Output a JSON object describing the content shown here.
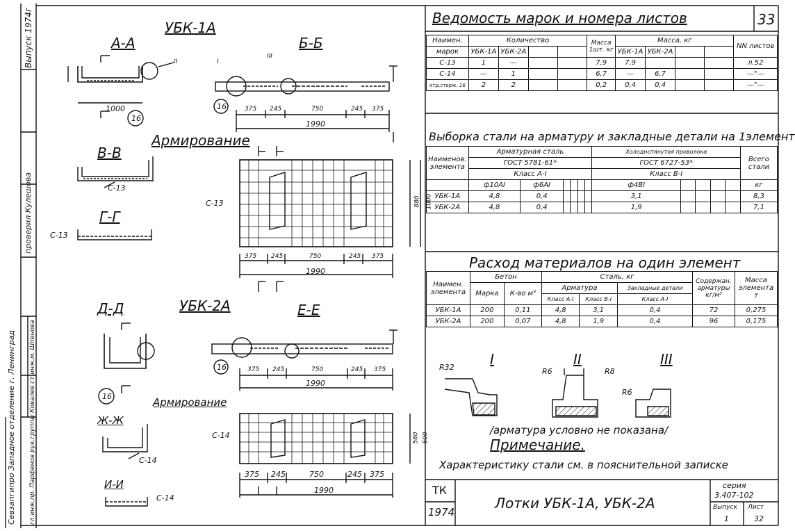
{
  "left_strip": {
    "issue": "Выпуск 1974г",
    "checked": "проверил Кулешова",
    "names": "гл.инж.пр. Парфенов  рук.группы Ковалев  ст.инж.м. Шпенова",
    "org": "Севзапгипро Западное отделение г. Ленинград"
  },
  "drawing_left": {
    "title_ubk1": "УБК-1А",
    "sec_aa": "А-А",
    "sec_bb": "Б-Б",
    "sec_vv": "В-В",
    "sec_gg": "Г-Г",
    "sec_dd": "Д-Д",
    "title_ubk2": "УБК-2А",
    "sec_ee": "Е-Е",
    "sec_zhzh": "Ж-Ж",
    "sec_ii": "И-И",
    "arm1": "Армирование",
    "arm2": "Армирование",
    "dims_bb": [
      "375",
      "245",
      "750",
      "245",
      "375"
    ],
    "total_bb": "1990",
    "dims_arm1": [
      "375",
      "245",
      "750",
      "245",
      "375"
    ],
    "total_arm1": "1990",
    "dims_ee": [
      "375",
      "245",
      "750",
      "245",
      "375"
    ],
    "total_ee": "1990",
    "dims_arm2": [
      "375",
      "245",
      "750",
      "245",
      "375"
    ],
    "total_arm2": "1990",
    "c13": "С-13",
    "c14": "С-14",
    "n16": "16",
    "d1000": "1000",
    "h880": "880",
    "h1000": "1000",
    "h580": "580",
    "h500": "500",
    "roman1": "I",
    "roman2": "II",
    "roman3": "III"
  },
  "sheet_no": "33",
  "table1": {
    "title": "Ведомость марок и номера листов",
    "head1": [
      "Наимен.",
      "Количество",
      "Масса 1шт. кг",
      "Масса, кг",
      "NN листов"
    ],
    "head2": [
      "марок",
      "УБК-1А",
      "УБК-2А",
      "",
      "УБК-1А",
      "УБК-2А"
    ],
    "rows": [
      [
        "С-13",
        "1",
        "—",
        "7,9",
        "7,9",
        "",
        "л.52"
      ],
      [
        "С-14",
        "—",
        "1",
        "6,7",
        "—",
        "6,7",
        "—\"—"
      ],
      [
        "отд.стерж.",
        "16",
        "2",
        "2",
        "0,2",
        "0,4",
        "0,4",
        "—\"—"
      ]
    ]
  },
  "table2": {
    "title": "Выборка стали на арматуру и закладные детали на 1элемент",
    "h_arm": "Арматурная сталь",
    "h_wire": "Холоднотянутая проволока",
    "gost1": "ГОСТ 5781-61*",
    "gost2": "ГОСТ 6727-53*",
    "class1": "Класс А-I",
    "class2": "Класс В-I",
    "name_col": "Наименов. элемента",
    "total": "Всего стали",
    "unit": "кг",
    "sub": [
      "ф10АI",
      "ф6АI",
      "ф4ВI"
    ],
    "rows": [
      [
        "УБК-1А",
        "4,8",
        "0,4",
        "3,1",
        "8,3"
      ],
      [
        "УБК-2А",
        "4,8",
        "0,4",
        "1,9",
        "7,1"
      ]
    ]
  },
  "table3": {
    "title": "Расход материалов на один элемент",
    "h_name": "Наимен. элемента",
    "h_beton": "Бетон",
    "h_mark": "Марка",
    "h_vol": "К-во м³",
    "h_steel": "Сталь, кг",
    "h_arm": "Арматура",
    "h_kl1": "Класс А-I",
    "h_kl2": "Класс В-I",
    "h_zakl": "Закладные детали",
    "h_kl3": "Класс А-I",
    "h_soder": "Содержан. арматуры кг/м³",
    "h_mass": "Масса элемента т",
    "rows": [
      [
        "УБК-1А",
        "200",
        "0,11",
        "4,8",
        "3,1",
        "0,4",
        "72",
        "0,275"
      ],
      [
        "УБК-2А",
        "200",
        "0,07",
        "4,8",
        "1,9",
        "0,4",
        "96",
        "0,175"
      ]
    ]
  },
  "details": {
    "d1": "I",
    "d2": "II",
    "d3": "III",
    "r32": "R32",
    "r6a": "R6",
    "r6b": "R6",
    "r6c": "R6",
    "r8": "R8"
  },
  "notes": {
    "n1": "/арматура условно не показана/",
    "title": "Примечание.",
    "n2": "Характеристику стали см. в пояснительной записке"
  },
  "stamp": {
    "org": "ТК",
    "year": "1974",
    "title": "Лотки УБК-1А, УБК-2А",
    "series_label": "серия",
    "series": "3.407-102",
    "issue_label": "Выпуск",
    "issue": "1",
    "sheet_label": "Лист",
    "sheet": "32"
  }
}
